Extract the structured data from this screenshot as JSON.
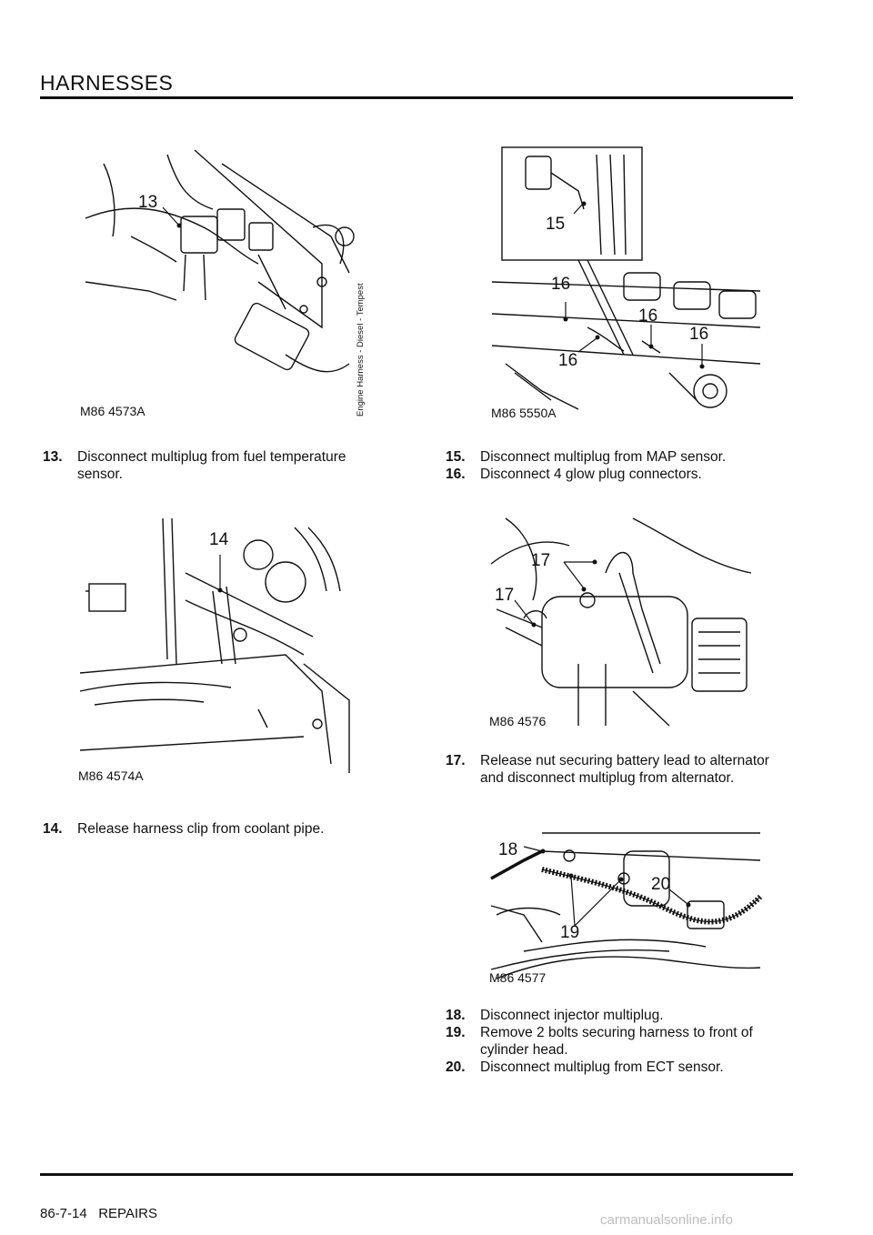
{
  "header": {
    "title": "HARNESSES"
  },
  "footer": {
    "page_ref": "86-7-14",
    "section": "REPAIRS"
  },
  "figures": {
    "fig_4573a": {
      "code": "M86 4573A",
      "side_text": "Engine Harness - Diesel - Tempest",
      "callouts": [
        "13"
      ]
    },
    "fig_5550a": {
      "code": "M86 5550A",
      "callouts": [
        "15",
        "16",
        "16",
        "16",
        "16"
      ]
    },
    "fig_4574a": {
      "code": "M86 4574A",
      "callouts": [
        "14"
      ]
    },
    "fig_4576": {
      "code": "M86 4576",
      "callouts": [
        "17",
        "17"
      ]
    },
    "fig_4577": {
      "code": "M86 4577",
      "callouts": [
        "18",
        "19",
        "20"
      ]
    }
  },
  "steps": [
    {
      "num": "13.",
      "lines": [
        "Disconnect multiplug from fuel temperature",
        "sensor."
      ]
    },
    {
      "num": "14.",
      "lines": [
        "Release harness clip from coolant pipe."
      ]
    },
    {
      "num": "15.",
      "lines": [
        "Disconnect multiplug from MAP sensor."
      ]
    },
    {
      "num": "16.",
      "lines": [
        "Disconnect 4 glow plug connectors."
      ]
    },
    {
      "num": "17.",
      "lines": [
        "Release nut securing battery lead to alternator",
        "and disconnect multiplug from  alternator."
      ]
    },
    {
      "num": "18.",
      "lines": [
        "Disconnect injector multiplug."
      ]
    },
    {
      "num": "19.",
      "lines": [
        "Remove 2 bolts securing harness to front of",
        "cylinder head."
      ]
    },
    {
      "num": "20.",
      "lines": [
        "Disconnect multiplug from ECT sensor."
      ]
    }
  ],
  "watermark": "carmanualsonline.info"
}
